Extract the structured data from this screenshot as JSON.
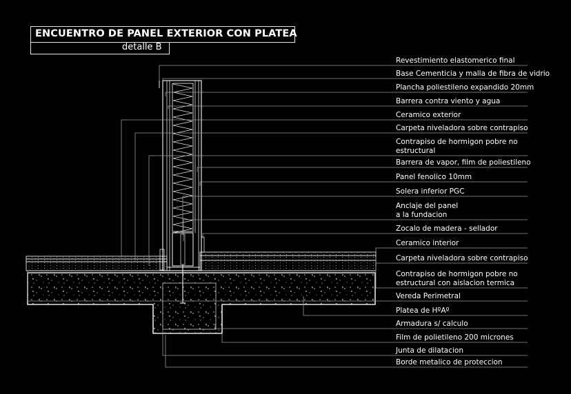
{
  "title": "ENCUENTRO DE PANEL EXTERIOR CON PLATEA",
  "subtitle": "detalle B",
  "colors": {
    "background": "#000000",
    "lines": "#e6e6e6",
    "leaders": "#9a9a9a",
    "text": "#ffffff"
  },
  "callouts": [
    {
      "id": "revestimiento",
      "lines": [
        "Revestimiento elastomerico final"
      ]
    },
    {
      "id": "base-cementicia",
      "lines": [
        "Base Cementicia y malla de fibra de vidrio"
      ]
    },
    {
      "id": "plancha-poliestileno",
      "lines": [
        "Plancha poliestileno expandido 20mm"
      ]
    },
    {
      "id": "barrera-viento",
      "lines": [
        "Barrera contra viento y agua"
      ]
    },
    {
      "id": "ceramico-exterior",
      "lines": [
        "Ceramico exterior"
      ]
    },
    {
      "id": "carpeta-exterior",
      "lines": [
        "Carpeta niveladora sobre contrapiso"
      ]
    },
    {
      "id": "contrapiso-no-estructural",
      "lines": [
        "Contrapiso de hormigon pobre no",
        "estructural"
      ]
    },
    {
      "id": "barrera-vapor",
      "lines": [
        "Barrera de vapor, film de poliestileno"
      ]
    },
    {
      "id": "panel-fenolico",
      "lines": [
        "Panel fenolico 10mm"
      ]
    },
    {
      "id": "solera-inferior",
      "lines": [
        "Solera inferior PGC"
      ]
    },
    {
      "id": "anclaje",
      "lines": [
        "Anclaje del panel",
        "a la fundacion"
      ]
    },
    {
      "id": "zocalo",
      "lines": [
        "Zocalo de madera - sellador"
      ]
    },
    {
      "id": "ceramico-interior",
      "lines": [
        "Ceramico interior"
      ]
    },
    {
      "id": "carpeta-interior",
      "lines": [
        "Carpeta niveladora sobre contrapiso"
      ]
    },
    {
      "id": "contrapiso-aislacion",
      "lines": [
        "Contrapiso de hormigon pobre no",
        "estructural con aislacion termica"
      ]
    },
    {
      "id": "vereda",
      "lines": [
        "Vereda Perimetral"
      ]
    },
    {
      "id": "platea",
      "lines": [
        "Platea de HºAº"
      ]
    },
    {
      "id": "armadura",
      "lines": [
        "Armadura s/ calculo"
      ]
    },
    {
      "id": "film-polietileno",
      "lines": [
        "Film de polietileno 200 micrones"
      ]
    },
    {
      "id": "junta",
      "lines": [
        "Junta de dilatacion"
      ]
    },
    {
      "id": "borde-metalico",
      "lines": [
        "Borde metalico de proteccion"
      ]
    }
  ]
}
